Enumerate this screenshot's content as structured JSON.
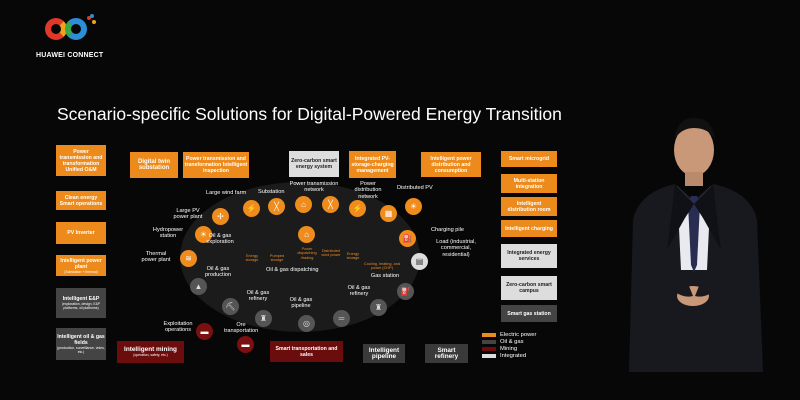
{
  "brand": {
    "name": "HUAWEI CONNECT",
    "colors": {
      "red": "#e0382b",
      "orange": "#f0a21c",
      "blue": "#2c8ed6",
      "green": "#38a84a"
    }
  },
  "slide": {
    "title": "Scenario-specific Solutions for Digital-Powered Energy Transition"
  },
  "colors": {
    "electric": "#ec8a1c",
    "oil_gas": "#444444",
    "mining": "#6c0d0d",
    "integrated": "#dddddd"
  },
  "left_boxes": [
    {
      "text": "Power transmission and transformation Unified O&M",
      "sub": ""
    },
    {
      "text": "Clean energy Smart operations",
      "sub": ""
    },
    {
      "text": "PV Inverter",
      "sub": ""
    },
    {
      "text": "Intelligent power plant",
      "sub": "(Substation + thermal)"
    },
    {
      "text": "Intelligent E&P",
      "sub": "(exploration, design, E&P platforms, oil platforms)"
    },
    {
      "text": "Intelligent oil & gas fields",
      "sub": "(production, surveillance, video, etc.)"
    }
  ],
  "top_boxes": [
    {
      "text": "Digital twin substation"
    },
    {
      "text": "Power transmission and transformation Intelligent inspection"
    },
    {
      "text": "Zero-carbon smart energy system"
    },
    {
      "text": "Integrated PV-storage-charging management"
    },
    {
      "text": "Intelligent power distribution and consumption"
    }
  ],
  "right_boxes": [
    {
      "text": "Smart microgrid"
    },
    {
      "text": "Multi-station integration"
    },
    {
      "text": "Intelligent distribution room"
    },
    {
      "text": "Intelligent charging"
    },
    {
      "text": "Integrated energy services"
    },
    {
      "text": "Zero-carbon smart campus"
    },
    {
      "text": "Smart gas station"
    }
  ],
  "bottom_boxes": [
    {
      "text": "Intelligent mining",
      "sub": "(operation, safety, etc.)"
    },
    {
      "text": "Smart transportation and sales"
    },
    {
      "text": "Intelligent pipeline"
    },
    {
      "text": "Smart refinery"
    }
  ],
  "scene_labels": {
    "large_wind": "Large wind farm",
    "substation": "Substation",
    "transmission": "Power transmission network",
    "distribution": "Power distribution network",
    "distributed_pv": "Distributed PV",
    "large_pv": "Large PV power plant",
    "hydro": "Hydropower station",
    "thermal": "Thermal power plant",
    "charging_pile": "Charging pile",
    "load": "Load (industrial, commercial, residential)",
    "og_exploration": "Oil & gas exploration",
    "og_production": "Oil & gas production",
    "og_dispatching": "Oil & gas dispatching",
    "og_refinery": "Oil & gas refinery",
    "og_pipeline": "Oil & gas pipeline",
    "og_refinery2": "Oil & gas refinery",
    "gas_station": "Gas station",
    "exploitation": "Exploitation operations",
    "ore": "Ore transportation"
  },
  "small_labels": {
    "energy_storage": "Energy storage",
    "pumped_storage": "Pumped storage",
    "power_dispatching": "Power dispatching /trading",
    "distributed_wind": "Distributed wind power",
    "energy_storage2": "Energy storage",
    "cooling": "Cooling, heating, and power (CHP)"
  },
  "legend": [
    {
      "label": "Electric power",
      "color": "#ec8a1c"
    },
    {
      "label": "Oil & gas",
      "color": "#444444"
    },
    {
      "label": "Mining",
      "color": "#6c0d0d"
    },
    {
      "label": "Integrated",
      "color": "#dddddd"
    }
  ],
  "icons": {
    "presenter": "person-icon"
  }
}
